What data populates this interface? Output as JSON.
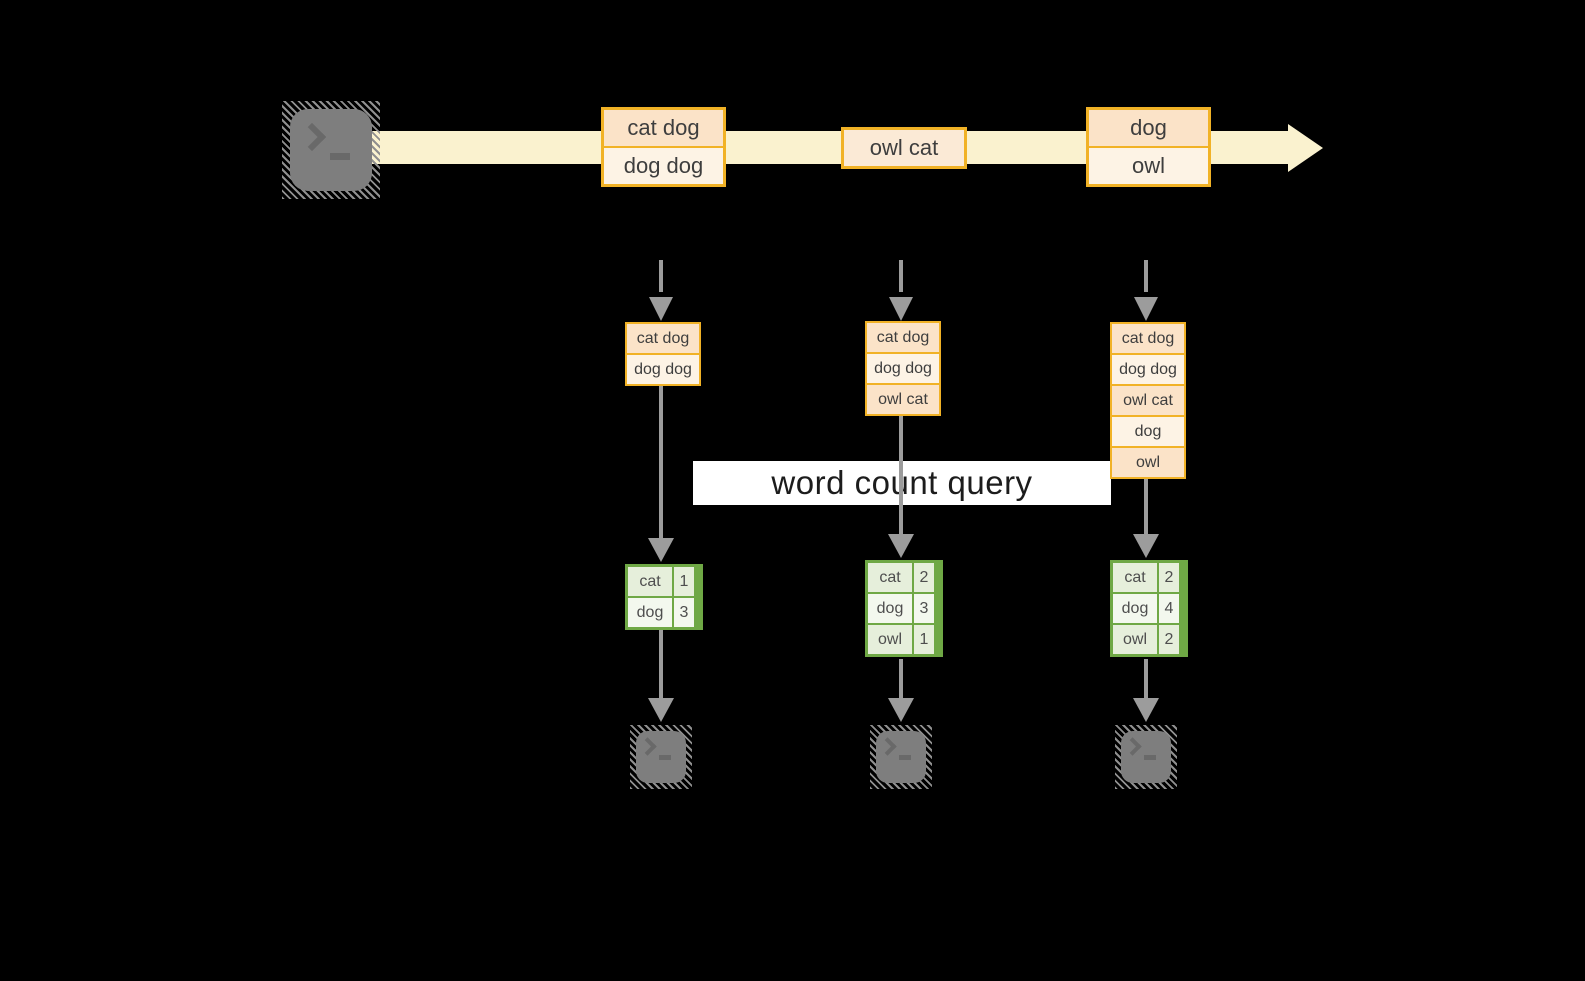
{
  "colors": {
    "accent_gold": "#F1B226",
    "event_fill_dark": "#FBE3C8",
    "event_fill_light": "#FDF3E5",
    "stream_band": "#FAF2CF",
    "arrow_gray": "#9C9C9C",
    "terminal_gray": "#7E7E7E",
    "green_border": "#6FA845",
    "count_cell_green": "#E6EFDB",
    "count_cell_light": "#F3F8EE",
    "banner_bg": "#FFFFFF",
    "banner_text": "#1C1C1C",
    "background": "#000000"
  },
  "source": {
    "icon": "terminal-icon"
  },
  "stream_events": [
    {
      "lines": [
        "cat dog",
        "dog dog"
      ]
    },
    {
      "lines": [
        "owl cat"
      ]
    },
    {
      "lines": [
        "dog",
        "owl"
      ]
    }
  ],
  "query": {
    "label": "word count query"
  },
  "columns": [
    {
      "state_lines": [
        "cat dog",
        "dog dog"
      ],
      "counts": [
        {
          "word": "cat",
          "value": "1"
        },
        {
          "word": "dog",
          "value": "3"
        }
      ]
    },
    {
      "state_lines": [
        "cat dog",
        "dog dog",
        "owl cat"
      ],
      "counts": [
        {
          "word": "cat",
          "value": "2"
        },
        {
          "word": "dog",
          "value": "3"
        },
        {
          "word": "owl",
          "value": "1"
        }
      ]
    },
    {
      "state_lines": [
        "cat dog",
        "dog dog",
        "owl cat",
        "dog",
        "owl"
      ],
      "counts": [
        {
          "word": "cat",
          "value": "2"
        },
        {
          "word": "dog",
          "value": "4"
        },
        {
          "word": "owl",
          "value": "2"
        }
      ]
    }
  ],
  "sinks": [
    {
      "icon": "terminal-icon"
    },
    {
      "icon": "terminal-icon"
    },
    {
      "icon": "terminal-icon"
    }
  ]
}
